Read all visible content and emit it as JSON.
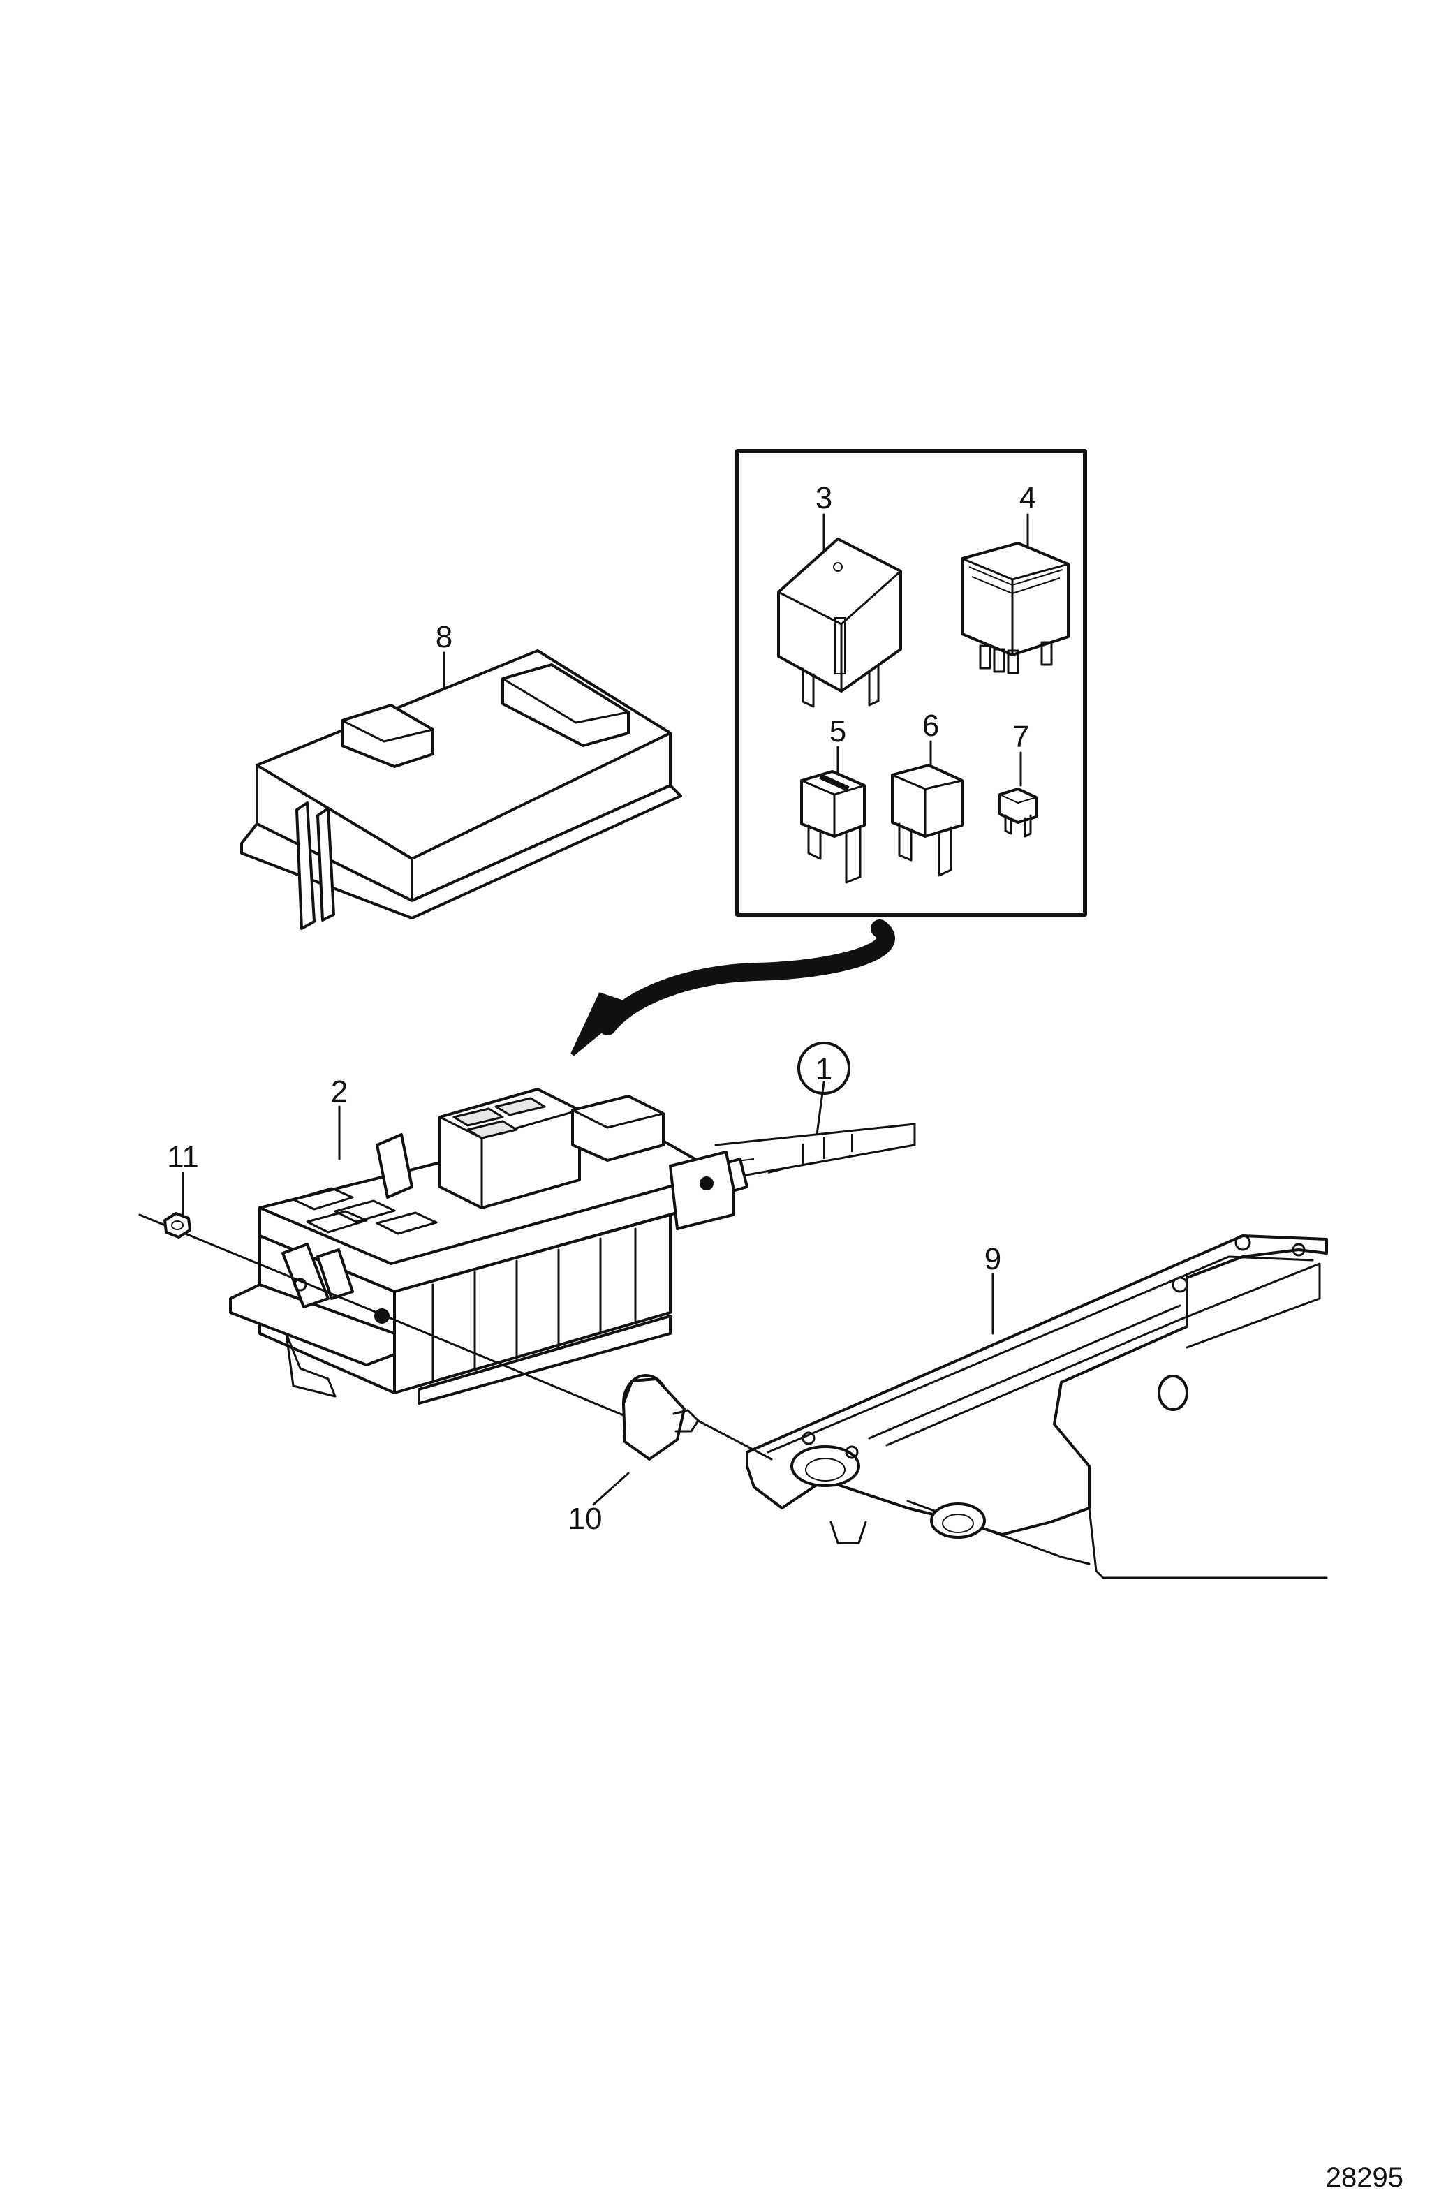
{
  "diagram": {
    "figure_number": "28295",
    "callouts": [
      {
        "id": "callout-1",
        "label": "1"
      },
      {
        "id": "callout-2",
        "label": "2"
      },
      {
        "id": "callout-3",
        "label": "3"
      },
      {
        "id": "callout-4",
        "label": "4"
      },
      {
        "id": "callout-5",
        "label": "5"
      },
      {
        "id": "callout-6",
        "label": "6"
      },
      {
        "id": "callout-7",
        "label": "7"
      },
      {
        "id": "callout-8",
        "label": "8"
      },
      {
        "id": "callout-9",
        "label": "9"
      },
      {
        "id": "callout-10",
        "label": "10"
      },
      {
        "id": "callout-11",
        "label": "11"
      }
    ]
  }
}
